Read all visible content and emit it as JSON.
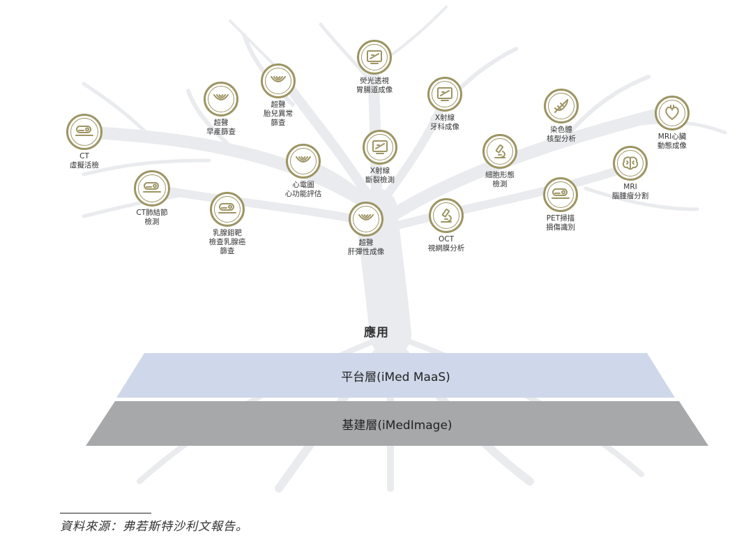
{
  "applications": [
    {
      "id": "ct-virtual-biopsy",
      "icon": "ct-scanner-icon",
      "label": "CT\n虛擬活檢"
    },
    {
      "id": "ultrasound-early",
      "icon": "ultrasound-icon",
      "label": "超聲\n早產篩查"
    },
    {
      "id": "ultrasound-fetal",
      "icon": "ultrasound-icon",
      "label": "超聲\n胎兒異常\n篩查"
    },
    {
      "id": "fluoroscopy-gi",
      "icon": "xray-image-icon",
      "label": "熒光透視\n胃腸道成像"
    },
    {
      "id": "xray-dental",
      "icon": "xray-image-icon",
      "label": "X射線\n牙科成像"
    },
    {
      "id": "karyotype",
      "icon": "dna-icon",
      "label": "染色體\n核型分析"
    },
    {
      "id": "mri-heart",
      "icon": "heart-icon",
      "label": "MRI心臟\n動態成像"
    },
    {
      "id": "ct-lung-nodule",
      "icon": "ct-scanner-icon",
      "label": "CT肺結節\n檢測"
    },
    {
      "id": "ecg-heart",
      "icon": "ultrasound-icon",
      "label": "心電圖\n心功能評估"
    },
    {
      "id": "xray-fracture",
      "icon": "xray-image-icon",
      "label": "X射線\n斷裂檢測"
    },
    {
      "id": "cell-morphology",
      "icon": "microscope-icon",
      "label": "細胞形態\n檢測"
    },
    {
      "id": "mri-brain-tumor",
      "icon": "brain-icon",
      "label": "MRI\n腦腫瘤分割"
    },
    {
      "id": "mammography",
      "icon": "ct-scanner-icon",
      "label": "乳腺鉬靶\n檢查乳腺癌\n篩查"
    },
    {
      "id": "ultrasound-liver",
      "icon": "ultrasound-icon",
      "label": "超聲\n肝彈性成像"
    },
    {
      "id": "oct-retina",
      "icon": "microscope-icon",
      "label": "OCT\n視網膜分析"
    },
    {
      "id": "pet-lesion",
      "icon": "ct-scanner-icon",
      "label": "PET掃描\n損傷識別"
    }
  ],
  "application_title": "應用",
  "layers": {
    "platform": {
      "label": "平台層(iMed MaaS)",
      "color": "#cfd8ea"
    },
    "base": {
      "label": "基建層(iMedImage)",
      "color": "#a7a8aa"
    }
  },
  "source": "資料來源：弗若斯特沙利文報告。",
  "colors": {
    "icon_ring": "#9d9463",
    "tree": "#e9ebee"
  }
}
